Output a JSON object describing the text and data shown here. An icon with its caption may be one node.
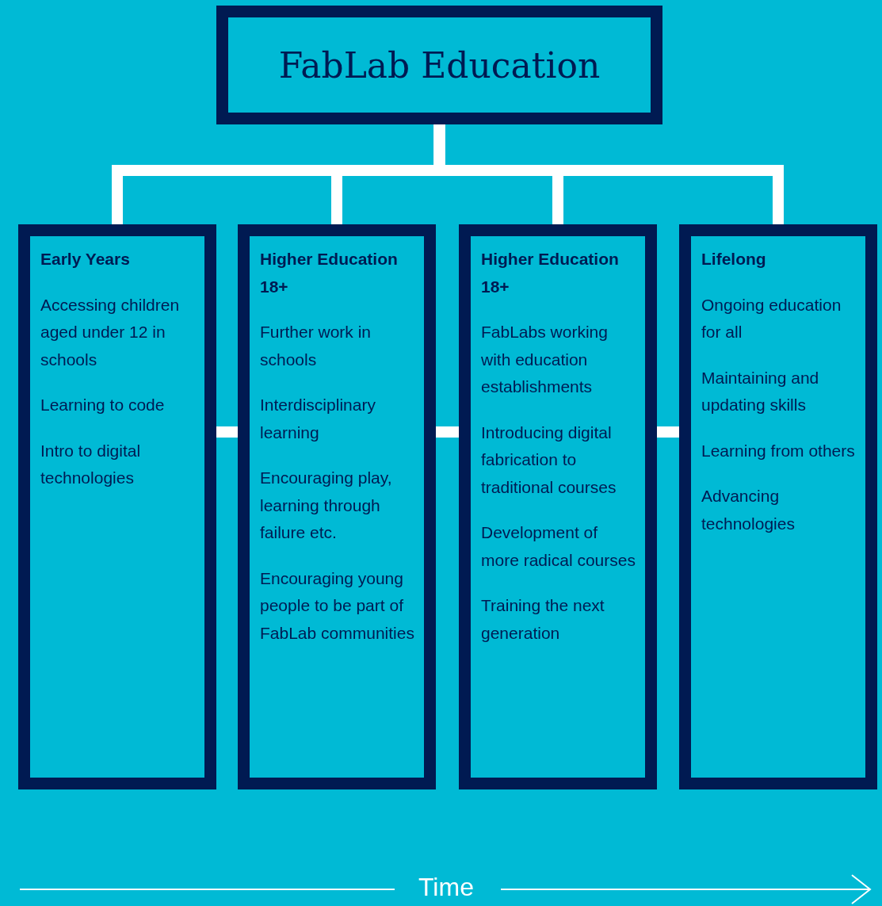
{
  "diagram": {
    "nodes": [
      {
        "text": [
          "FabLab Education"
        ]
      },
      {
        "text": [
          "Early Years",
          "Accessing children aged under 12 in schools",
          "Learning to code",
          "Intro to digital technologies"
        ]
      },
      {
        "text": [
          "Higher Education 18+",
          "Further work in schools",
          "Interdisciplinary learning",
          "Encouraging play, learning through failure etc.",
          "Encouraging young people to be part of FabLab communities"
        ]
      },
      {
        "text": [
          "Higher Education 18+",
          "FabLabs working with education establishments",
          "Introducing digital fabrication to traditional courses",
          "Development of more radical courses",
          "Training the next generation"
        ]
      },
      {
        "text": [
          "Lifelong",
          "Ongoing education for all",
          "Maintaining and updating skills",
          "Learning from others",
          "Advancing technologies"
        ]
      }
    ],
    "edges": [
      {
        "from": 0,
        "to": 1,
        "arrow": "none"
      },
      {
        "from": 0,
        "to": 2,
        "arrow": "none"
      },
      {
        "from": 0,
        "to": 3,
        "arrow": "none"
      },
      {
        "from": 0,
        "to": 4,
        "arrow": "none"
      },
      {
        "from": 1,
        "to": 2,
        "arrow": "none"
      },
      {
        "from": 2,
        "to": 3,
        "arrow": "none"
      },
      {
        "from": 3,
        "to": 4,
        "arrow": "none"
      }
    ],
    "labels": [
      "Time"
    ]
  }
}
